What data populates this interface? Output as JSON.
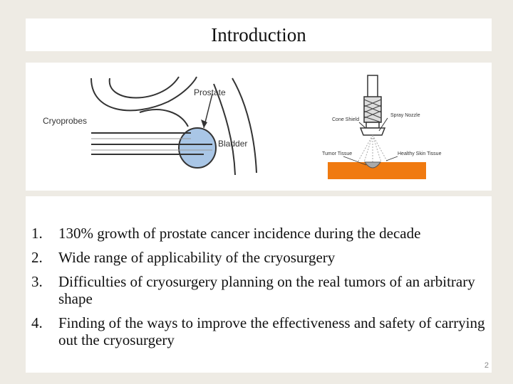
{
  "slide": {
    "title": "Introduction",
    "page_number": "2"
  },
  "figure_left": {
    "label_cryoprobes": "Cryoprobes",
    "label_prostate": "Prostate",
    "label_bladder": "Bladder"
  },
  "figure_right": {
    "label_cone_shield": "Cone Shield",
    "label_spray_nozzle": "Spray Nozzle",
    "label_tumor_tissue": "Tumor Tissue",
    "label_healthy_skin": "Healthy Skin Tissue"
  },
  "points": [
    {
      "num": "1.",
      "text": "130%  growth of prostate cancer incidence during the decade"
    },
    {
      "num": "2.",
      "text": "Wide range of applicability of the cryosurgery"
    },
    {
      "num": "3.",
      "text": "Difficulties of cryosurgery planning on the real tumors of an arbitrary shape"
    },
    {
      "num": "4.",
      "text": "Finding of the ways to improve the effectiveness and safety of carrying out the cryosurgery"
    }
  ],
  "colors": {
    "background": "#eeebe4",
    "panel": "#ffffff",
    "prostate_fill": "#a9c6e6",
    "skin_fill": "#f07a10"
  }
}
